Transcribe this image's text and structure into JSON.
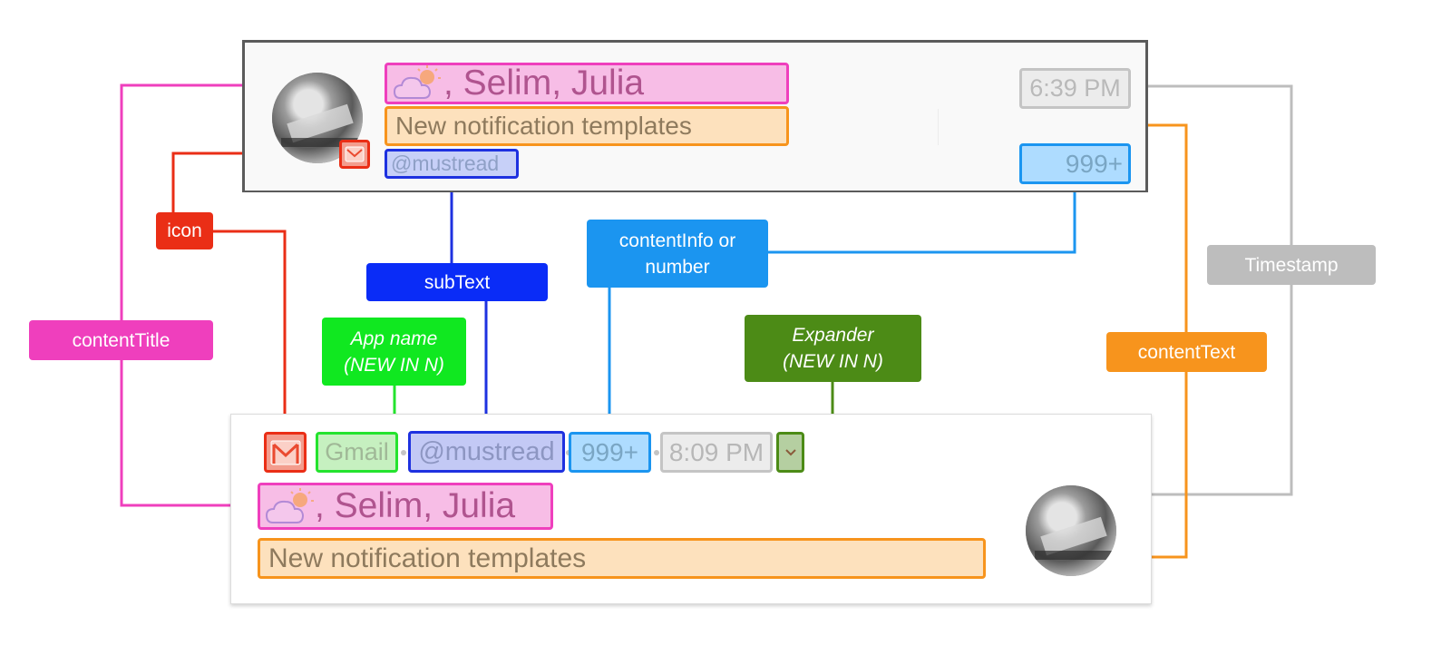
{
  "old_notification": {
    "title_people": ", Selim, Julia",
    "content_text": "New notification templates",
    "sub_text": "@mustread",
    "timestamp": "6:39 PM",
    "content_info": "999+"
  },
  "new_notification": {
    "app_name": "Gmail",
    "sub_text": "@mustread",
    "content_info": "999+",
    "timestamp": "8:09 PM",
    "title_people": ", Selim, Julia",
    "content_text": "New notification templates"
  },
  "labels": {
    "icon": "icon",
    "sub_text": "subText",
    "content_info": "contentInfo or number",
    "timestamp": "Timestamp",
    "content_title": "contentTitle",
    "app_name": "App name (NEW IN N)",
    "expander": "Expander (NEW IN N)",
    "content_text": "contentText"
  },
  "colors": {
    "content_title": "#ef3fbd",
    "content_text": "#f7941d",
    "sub_text": "#1e31e0",
    "content_info": "#1b95f0",
    "timestamp": "#bdbdbd",
    "icon": "#ea2e16",
    "app_name": "#24e32e",
    "expander": "#4c8b16"
  },
  "icons": [
    "weather-cloud-sun-icon",
    "gmail-icon",
    "avatar-photo",
    "chevron-down-icon"
  ]
}
